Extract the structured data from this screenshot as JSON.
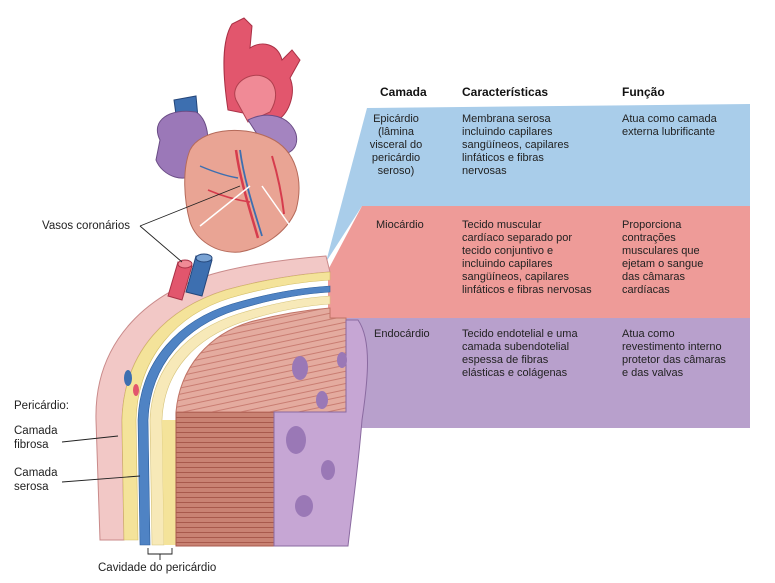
{
  "table": {
    "headers": {
      "layer": "Camada",
      "characteristics": "Características",
      "function": "Função"
    },
    "rows": [
      {
        "layer": "Epicárdio\n(lâmina\nvisceral do\npericárdio\nseroso)",
        "characteristics": "Membrana serosa\nincluindo capilares\nsangüíneos, capilares\nlinfáticos e fibras\nnervosas",
        "function": "Atua como camada\nexterna lubrificante"
      },
      {
        "layer": "Miocárdio",
        "characteristics": "Tecido muscular\ncardíaco separado por\ntecido conjuntivo e\nincluindo capilares\nsangüíneos, capilares\nlinfáticos e fibras nervosas",
        "function": "Proporciona\ncontrações\nmusculares que\nejetam o sangue\ndas câmaras\ncardíacas"
      },
      {
        "layer": "Endocárdio",
        "characteristics": "Tecido endotelial e uma\ncamada subendotelial\nespessa de fibras\nelásticas e colágenas",
        "function": "Atua como\nrevestimento interno\nprotetor das câmaras\ne das valvas"
      }
    ]
  },
  "labels": {
    "coronary_vessels": "Vasos coronários",
    "pericardium": "Pericárdio:",
    "fibrous_layer": "Camada\nfibrosa",
    "serous_layer": "Camada\nserosa",
    "pericardial_cavity": "Cavidade do pericárdio"
  },
  "colors": {
    "epicardium_band": "#a9cdea",
    "myocardium_band": "#ee9b98",
    "endocardium_band": "#b8a0cc",
    "aorta": "#e2566d",
    "vein": "#3d6fb0",
    "muscle": "#e2a69c"
  }
}
